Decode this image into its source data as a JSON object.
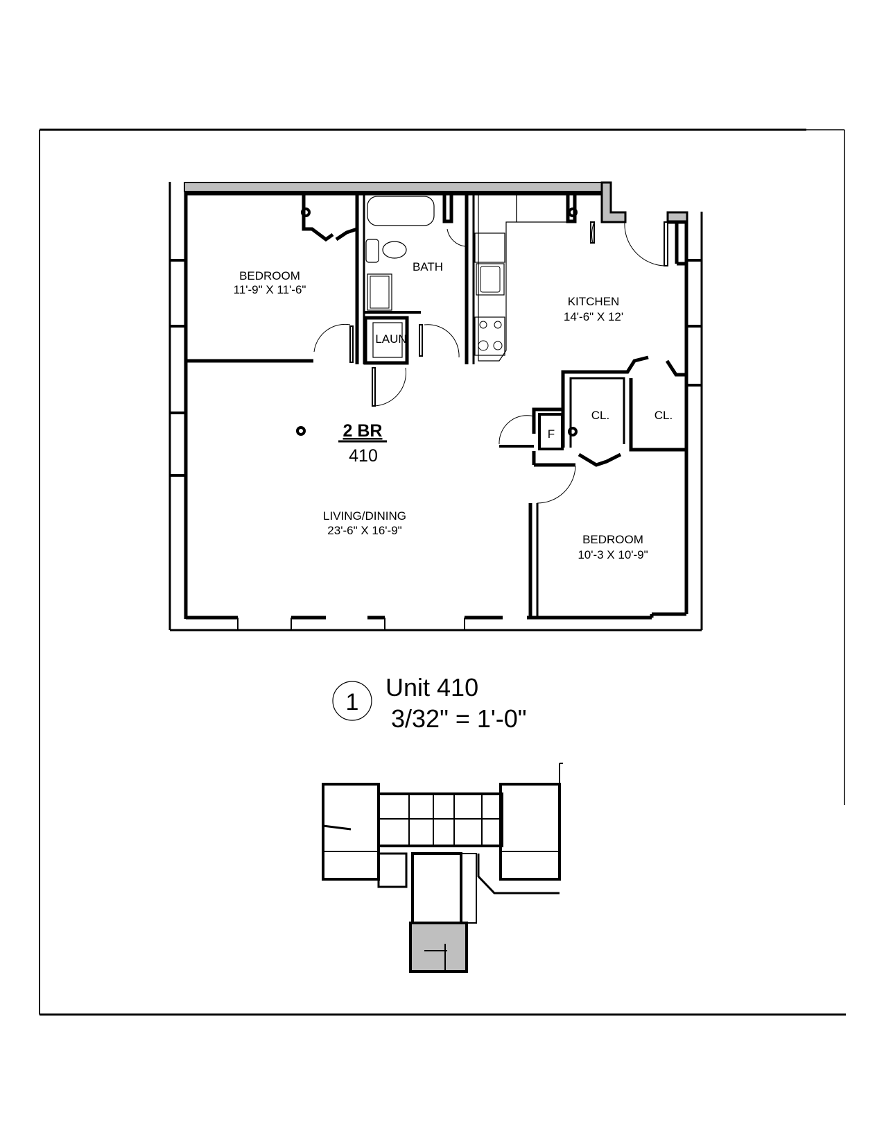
{
  "sheet": {
    "unit_type": "2 BR",
    "unit_number": "410"
  },
  "rooms": [
    {
      "name": "BEDROOM",
      "dims": "11'-9\" X 11'-6\""
    },
    {
      "name": "BATH",
      "dims": ""
    },
    {
      "name": "LAUN",
      "dims": ""
    },
    {
      "name": "KITCHEN",
      "dims": "14'-6\" X 12'"
    },
    {
      "name": "F",
      "dims": ""
    },
    {
      "name": "CL.",
      "dims": ""
    },
    {
      "name": "CL.",
      "dims": ""
    },
    {
      "name": "LIVING/DINING",
      "dims": "23'-6\" X 16'-9\""
    },
    {
      "name": "BEDROOM",
      "dims": "10'-3 X 10'-9\""
    }
  ],
  "title_block": {
    "detail_number": "1",
    "title": "Unit 410",
    "scale": "3/32\" = 1'-0\""
  },
  "key_plan": {
    "highlight_color": "#bfbfbf",
    "highlighted_unit": "410"
  },
  "colors": {
    "line": "#000000",
    "existing_wall": "#bfbfbf",
    "background": "#ffffff"
  }
}
